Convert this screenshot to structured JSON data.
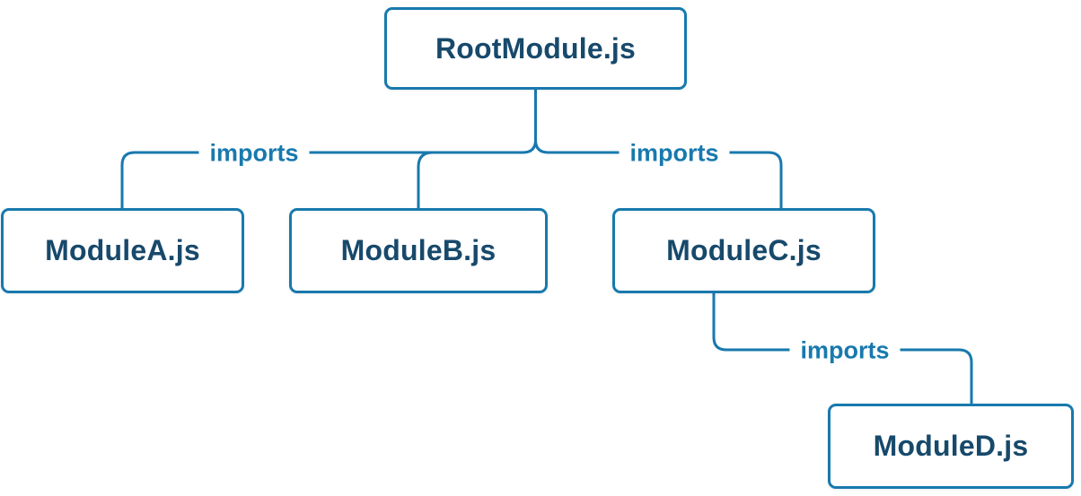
{
  "diagram": {
    "title": "module-import-dependency-tree",
    "nodes": [
      {
        "id": "root",
        "label": "RootModule.js"
      },
      {
        "id": "moduleA",
        "label": "ModuleA.js"
      },
      {
        "id": "moduleB",
        "label": "ModuleB.js"
      },
      {
        "id": "moduleC",
        "label": "ModuleC.js"
      },
      {
        "id": "moduleD",
        "label": "ModuleD.js"
      }
    ],
    "edges": [
      {
        "from": "RootModule.js",
        "to": "ModuleA.js",
        "label": "imports"
      },
      {
        "from": "RootModule.js",
        "to": "ModuleB.js",
        "label": ""
      },
      {
        "from": "RootModule.js",
        "to": "ModuleC.js",
        "label": "imports"
      },
      {
        "from": "ModuleC.js",
        "to": "ModuleD.js",
        "label": "imports"
      }
    ]
  },
  "colors": {
    "line": "#1879ad",
    "node-border": "#1879ad",
    "node-text": "#17496b",
    "label-text": "#1879ad",
    "node-bg": "#ffffff",
    "page-bg": "#ffffff"
  }
}
